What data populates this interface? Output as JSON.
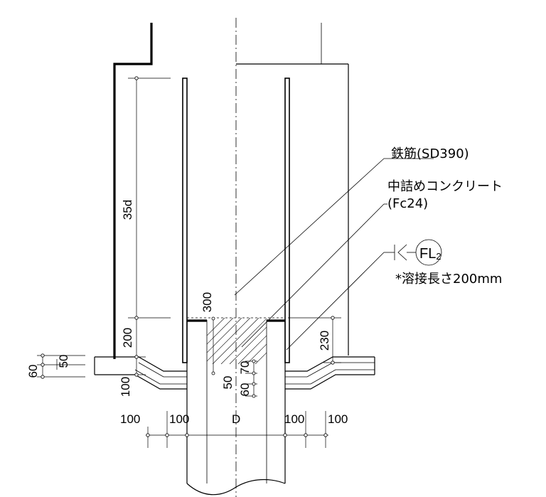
{
  "callouts": {
    "rebar": "鉄筋(SD390)",
    "infill_line1": "中詰めコンクリート",
    "infill_line2": "(Fc24)",
    "weld_symbol": "FL",
    "weld_symbol_sub": "2",
    "weld_note": "*溶接長さ200mm"
  },
  "dimensions": {
    "anchorage": "35d",
    "h300": "300",
    "h200": "200",
    "h230": "230",
    "h60": "60",
    "h50": "50",
    "h100": "100",
    "small_50": "50",
    "small_70": "70",
    "small_60": "60",
    "bottom_100_a": "100",
    "bottom_100_b": "100",
    "bottom_D": "D",
    "bottom_100_c": "100",
    "bottom_100_d": "100"
  }
}
